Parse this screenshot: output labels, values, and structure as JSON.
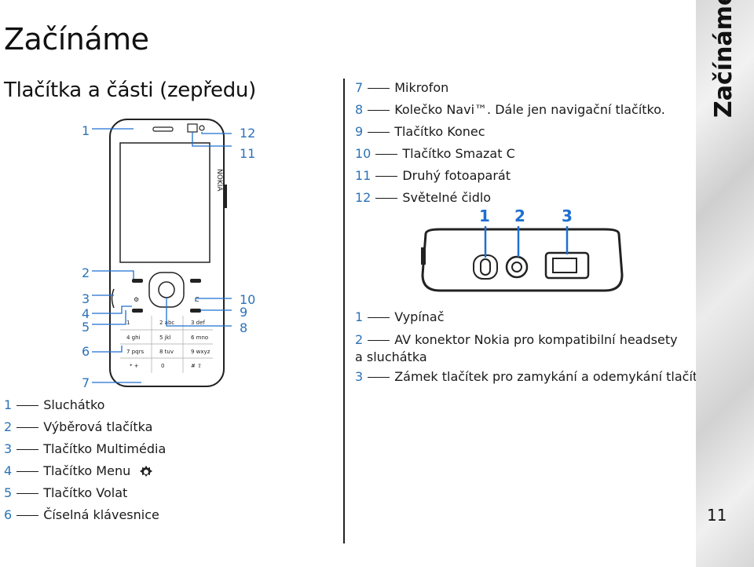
{
  "header": {
    "title": "Začínáme",
    "subtitle": "Tlačítka a části (zepředu)"
  },
  "front_callouts": {
    "left": [
      "1",
      "2",
      "3",
      "4",
      "5",
      "6",
      "7"
    ],
    "right": [
      "12",
      "11",
      "10",
      "9",
      "8"
    ]
  },
  "keypad_labels": [
    "1",
    "2 abc",
    "3 def",
    "4 ghi",
    "5 jkl",
    "6 mno",
    "7 pqrs",
    "8 tuv",
    "9 wxyz",
    "* +",
    "0",
    "# ⇧",
    "C",
    "NOKIA"
  ],
  "front_legend_left": [
    {
      "num": "1",
      "label": "Sluchátko"
    },
    {
      "num": "2",
      "label": "Výběrová tlačítka"
    },
    {
      "num": "3",
      "label": "Tlačítko Multimédia"
    },
    {
      "num": "4",
      "label": "Tlačítko Menu"
    },
    {
      "num": "5",
      "label": "Tlačítko Volat"
    },
    {
      "num": "6",
      "label": "Číselná klávesnice"
    }
  ],
  "front_legend_right": [
    {
      "num": "7",
      "label": "Mikrofon"
    },
    {
      "num": "8",
      "label": "Kolečko Navi™. Dále jen navigační tlačítko."
    },
    {
      "num": "9",
      "label": "Tlačítko Konec"
    },
    {
      "num": "10",
      "label": "Tlačítko Smazat C"
    },
    {
      "num": "11",
      "label": "Druhý fotoaparát"
    },
    {
      "num": "12",
      "label": "Světelné čidlo"
    }
  ],
  "top_callouts": [
    "1",
    "2",
    "3"
  ],
  "top_legend": [
    {
      "num": "1",
      "label": "Vypínač"
    },
    {
      "num": "2",
      "label": "AV konektor Nokia pro kompatibilní headsety"
    },
    {
      "num": "",
      "label": "a sluchátka"
    },
    {
      "num": "3",
      "label": "Zámek tlačítek pro zamykání a odemykání tlačítek"
    }
  ],
  "sidebar": {
    "title": "Začínáme"
  },
  "page_number": "11",
  "colors": {
    "accent": "#2c73b7",
    "text": "#1a1a1a",
    "callout_blue": "#1e6fd1"
  },
  "icons": [
    "menu-key-icon"
  ]
}
